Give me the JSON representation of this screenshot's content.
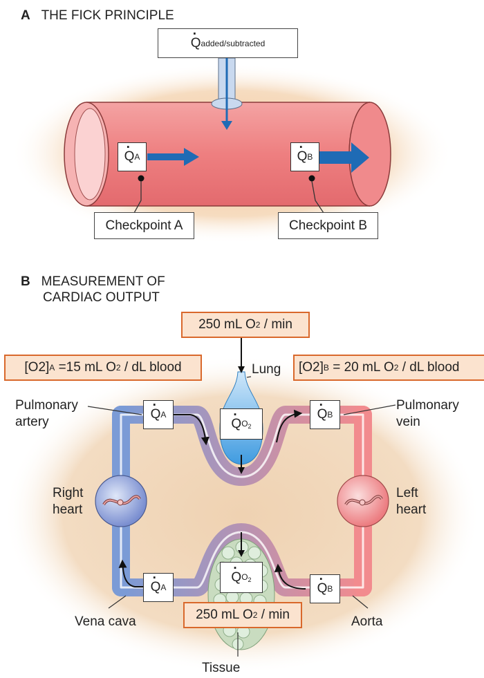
{
  "panel_a": {
    "letter": "A",
    "title": "THE FICK PRINCIPLE",
    "q_added_symbol": "Q",
    "q_added_subscript": "added/subtracted",
    "qa_symbol": "Q",
    "qa_subscript": "A",
    "qb_symbol": "Q",
    "qb_subscript": "B",
    "checkpoint_a": "Checkpoint A",
    "checkpoint_b": "Checkpoint B"
  },
  "panel_b": {
    "letter": "B",
    "title_line1": "MEASUREMENT OF",
    "title_line2": "CARDIAC OUTPUT",
    "lung_uptake": {
      "prefix": "250 mL O",
      "sub": "2",
      "suffix": " / min"
    },
    "tissue_use": {
      "prefix": "250 mL O",
      "sub": "2",
      "suffix": " / min"
    },
    "o2_a": {
      "bracket": "[O2]",
      "sub": "A",
      "rest": " =15 mL O",
      "sub2": "2",
      "tail": " / dL blood"
    },
    "o2_b": {
      "bracket": "[O2]",
      "sub": "B",
      "rest": " = 20 mL O",
      "sub2": "2",
      "tail": " / dL blood"
    },
    "labels": {
      "lung": "Lung",
      "pulmonary_artery_1": "Pulmonary",
      "pulmonary_artery_2": "artery",
      "pulmonary_vein_1": "Pulmonary",
      "pulmonary_vein_2": "vein",
      "right_heart_1": "Right",
      "right_heart_2": "heart",
      "left_heart_1": "Left",
      "left_heart_2": "heart",
      "vena_cava": "Vena cava",
      "aorta": "Aorta",
      "tissue": "Tissue"
    },
    "q_symbol": "Q",
    "q_sub_a": "A",
    "q_sub_b": "B",
    "q_sub_o": "O",
    "q_sub_o2": "2"
  },
  "colors": {
    "vessel_red": "#f08080",
    "vein_blue": "#6f93d3",
    "arrow_blue": "#1f6bb5",
    "highlight_orange": "#d9682b",
    "tan_background": "#f2d2ad"
  }
}
